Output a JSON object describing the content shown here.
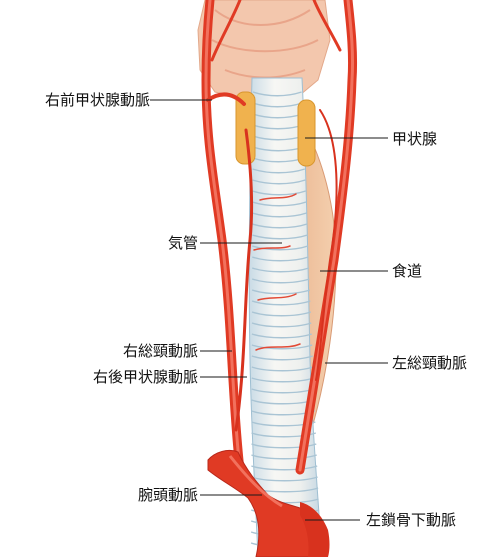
{
  "labels": {
    "right_anterior_thyroid_artery": "右前甲状腺動脈",
    "thyroid_gland": "甲状腺",
    "trachea": "気管",
    "esophagus": "食道",
    "right_common_carotid": "右総頸動脈",
    "left_common_carotid": "左総頸動脈",
    "right_posterior_thyroid_artery": "右後甲状腺動脈",
    "brachiocephalic_artery": "腕頭動脈",
    "left_subclavian_artery": "左鎖骨下動脈"
  },
  "colors": {
    "artery": "#e03a24",
    "artery_dark": "#b8281a",
    "trachea_ring": "#f2f2ee",
    "trachea_blue": "#b9d3e2",
    "thyroid": "#f0b24e",
    "esophagus": "#efc09b",
    "larynx": "#f3c7ad",
    "leader_line": "#1a1a1a"
  }
}
